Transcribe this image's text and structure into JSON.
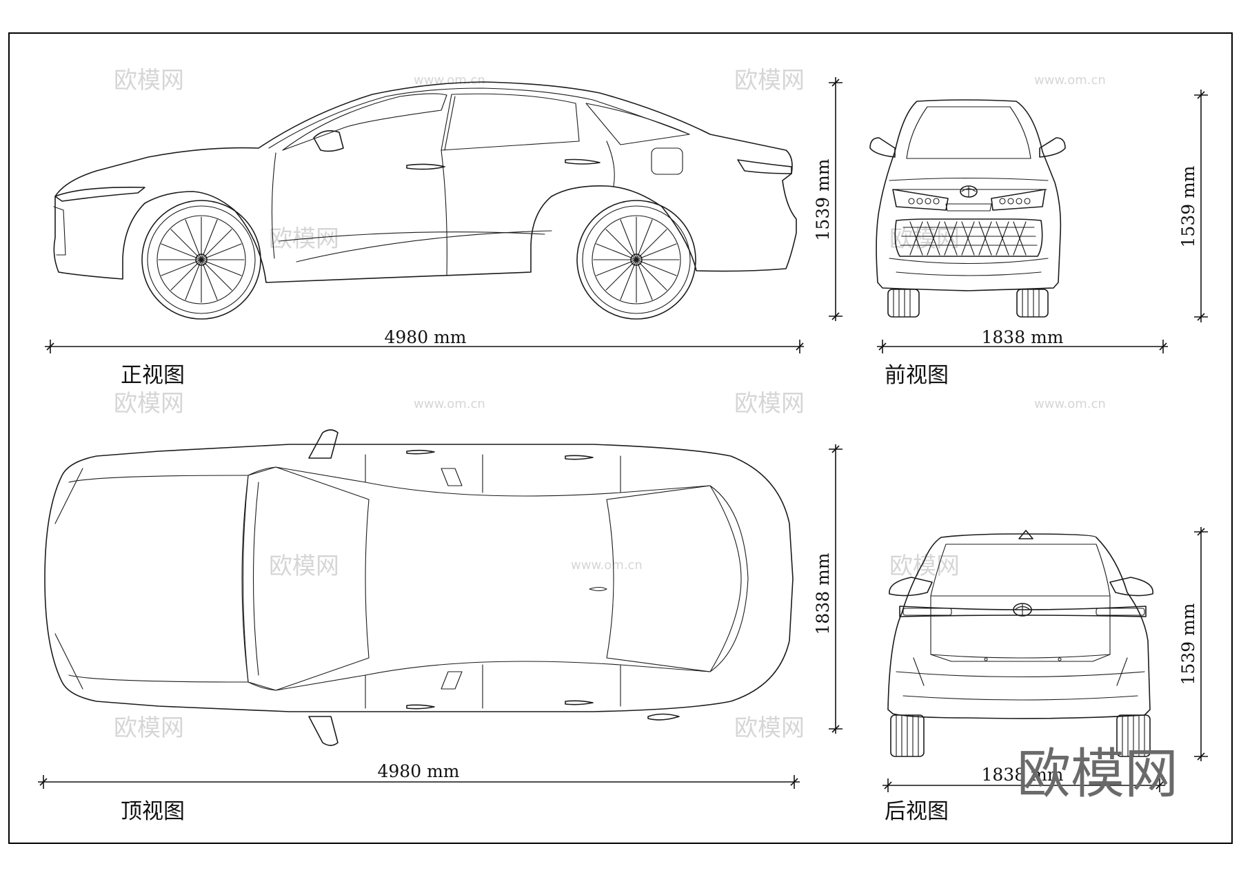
{
  "views": {
    "side": {
      "caption": "正视图",
      "length_label": "4980 mm",
      "height_label": "1539 mm"
    },
    "front": {
      "caption": "前视图",
      "width_label": "1838 mm",
      "height_label": "1539 mm"
    },
    "top": {
      "caption": "顶视图",
      "length_label": "4980 mm",
      "width_label": "1838 mm"
    },
    "rear": {
      "caption": "后视图",
      "width_label": "1838 mm",
      "height_label": "1539 mm"
    }
  },
  "watermark": {
    "logo_text": "欧模网",
    "url_text": "www.om.cn"
  },
  "colors": {
    "line": "#1a1a1a",
    "watermark_light": "#d6d6d6",
    "watermark_dark": "#6a6a6a"
  }
}
